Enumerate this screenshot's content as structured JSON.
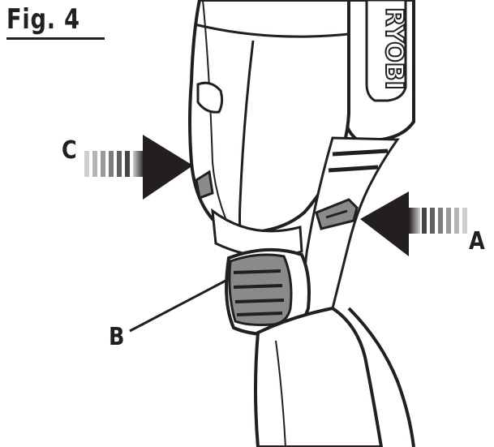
{
  "figure": {
    "title": "Fig. 4",
    "brand_text": "RYOBI"
  },
  "callouts": {
    "a": "A",
    "b": "B",
    "c": "C"
  },
  "colors": {
    "ink": "#231f20",
    "grip": "#8a8a8a",
    "arrow_dark": "#231f20",
    "arrow_light": "#cfcfcf"
  }
}
